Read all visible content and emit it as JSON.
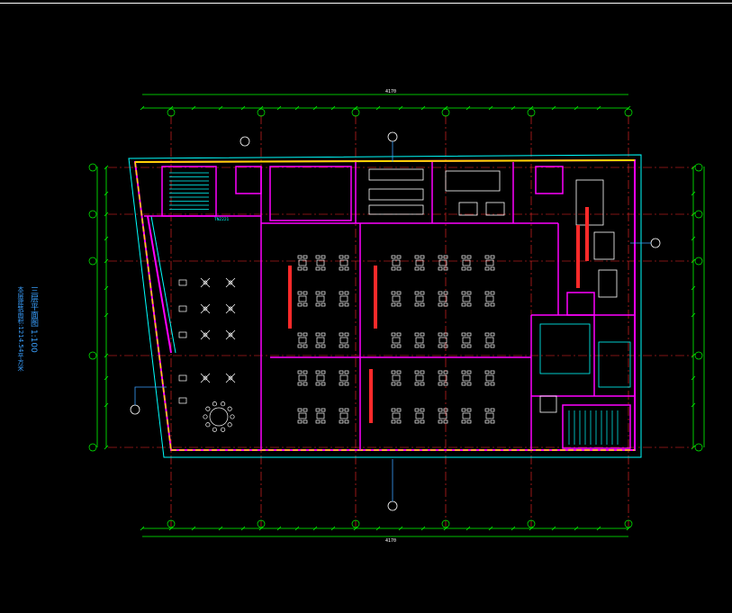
{
  "drawing": {
    "title": "三层平面图 1:100",
    "subtitle": "本层建筑面积:1214.54平方米",
    "room_label": "TN2221",
    "top_total_dim": "4170",
    "bottom_total_dim": "4170",
    "colors": {
      "background": "#000000",
      "axis": "#ff2a2a",
      "wall": "#ff00ff",
      "dim": "#00ff00",
      "window": "#ffd400",
      "glass": "#00ffff",
      "furniture": "#ffffff",
      "symbol": "#3aa0ff"
    }
  }
}
